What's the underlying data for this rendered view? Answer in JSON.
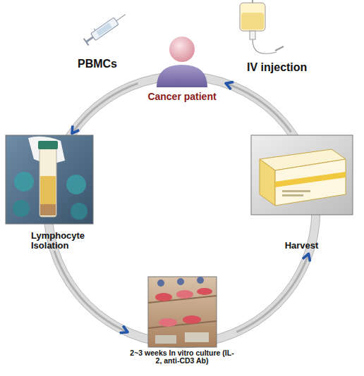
{
  "diagram": {
    "nodes": [
      {
        "text": [
          "Cancer patient"
        ]
      },
      {
        "text": [
          "Lymphocyte Isolation"
        ]
      },
      {
        "text": [
          "2~3 weeks In vitro culture (IL-2, anti-CD3 Ab)"
        ]
      },
      {
        "text": [
          "Harvest"
        ]
      }
    ],
    "edges": [
      {
        "from": 0,
        "to": 1,
        "arrow": "to",
        "label": "PBMCs"
      },
      {
        "from": 1,
        "to": 2,
        "arrow": "to"
      },
      {
        "from": 2,
        "to": 3,
        "arrow": "to"
      },
      {
        "from": 3,
        "to": 0,
        "arrow": "to",
        "label": "IV injection"
      }
    ]
  }
}
